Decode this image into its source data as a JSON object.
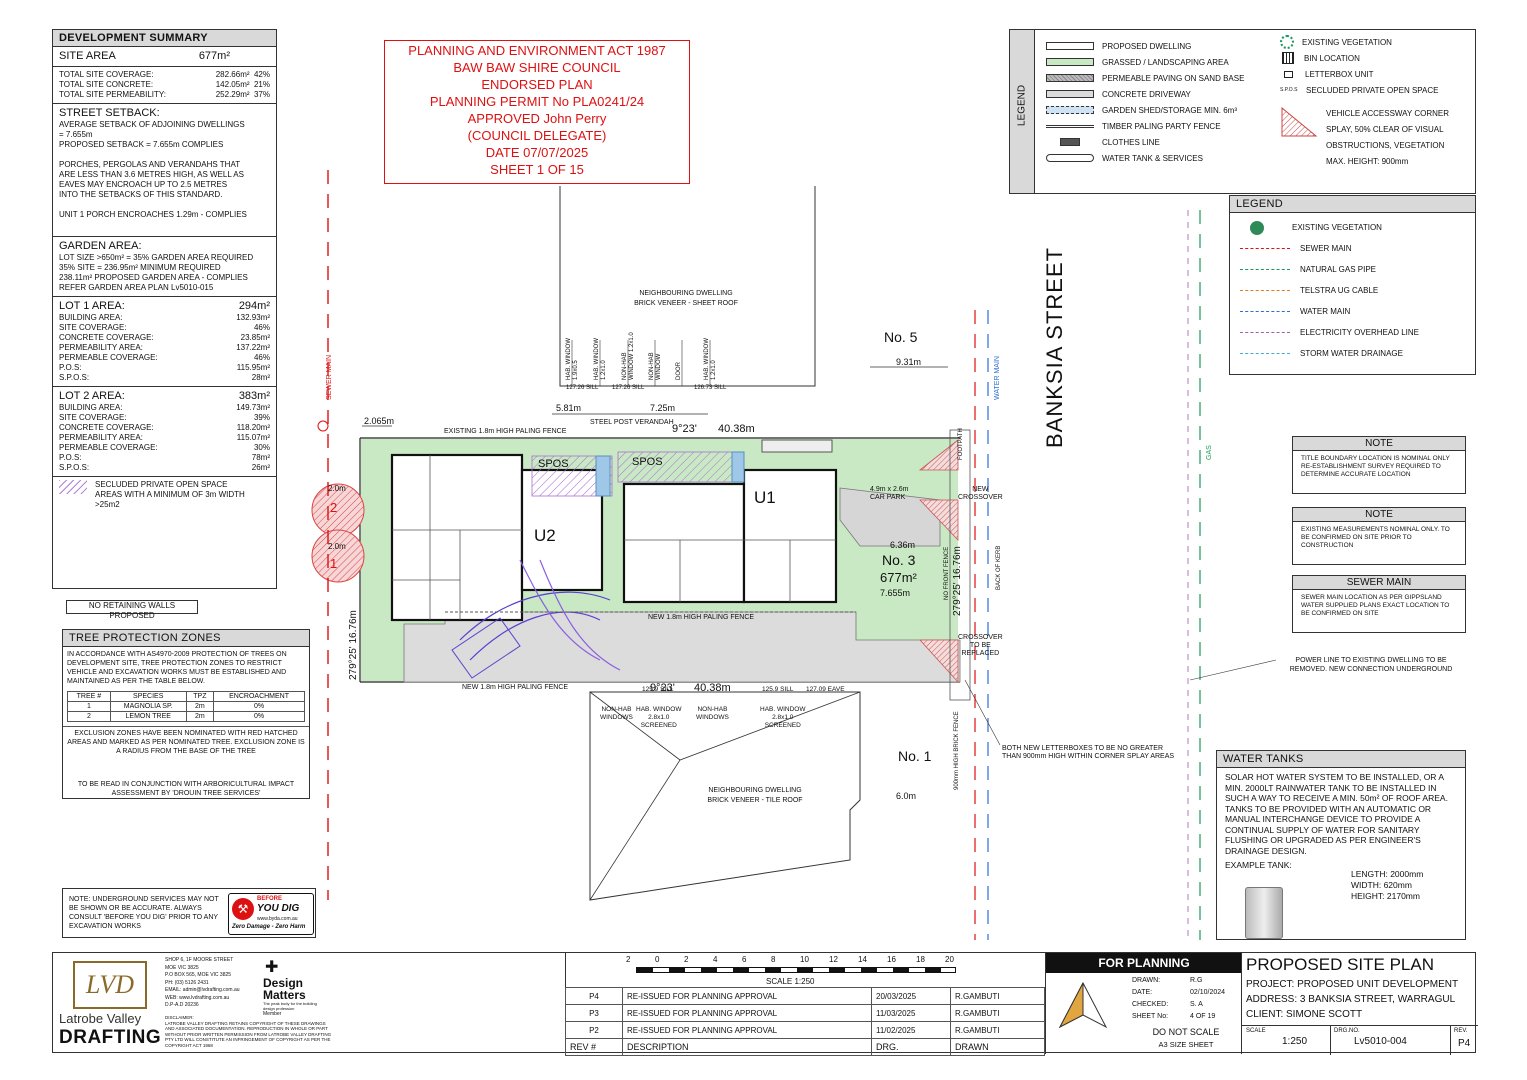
{
  "dev_summary": {
    "title": "DEVELOPMENT SUMMARY",
    "site_area_label": "SITE AREA",
    "site_area_value": "677m²",
    "coverage": [
      {
        "label": "TOTAL SITE COVERAGE:",
        "area": "282.66m²",
        "pct": "42%"
      },
      {
        "label": "TOTAL SITE CONCRETE:",
        "area": "142.05m²",
        "pct": "21%"
      },
      {
        "label": "TOTAL SITE PERMEABILITY:",
        "area": "252.29m²",
        "pct": "37%"
      }
    ],
    "setback_title": "STREET SETBACK:",
    "setback_lines": [
      "AVERAGE SETBACK OF ADJOINING DWELLINGS",
      "= 7.655m",
      "PROPOSED SETBACK = 7.655m COMPLIES",
      "",
      "PORCHES, PERGOLAS AND VERANDAHS THAT",
      "ARE LESS THAN 3.6 METRES HIGH, AS WELL AS",
      "EAVES MAY ENCROACH UP TO 2.5 METRES",
      "INTO THE SETBACKS OF THIS STANDARD.",
      "",
      "UNIT 1 PORCH ENCROACHES 1.29m - COMPLIES"
    ],
    "garden_title": "GARDEN AREA:",
    "garden_lines": [
      "LOT SIZE >650m² = 35% GARDEN AREA REQUIRED",
      "35% SITE = 236.95m² MINIMUM REQUIRED",
      "238.11m² PROPOSED GARDEN AREA - COMPLIES",
      "REFER GARDEN AREA PLAN Lv5010-015"
    ],
    "lot1_title": "LOT 1 AREA:",
    "lot1_area": "294m²",
    "lot1_rows": [
      {
        "label": "BUILDING AREA:",
        "value": "132.93m²"
      },
      {
        "label": "SITE COVERAGE:",
        "value": "46%"
      },
      {
        "label": "CONCRETE COVERAGE:",
        "value": "23.85m²"
      },
      {
        "label": "PERMEABILITY AREA:",
        "value": "137.22m²"
      },
      {
        "label": "PERMEABLE COVERAGE:",
        "value": "46%"
      },
      {
        "label": "P.O.S:",
        "value": "115.95m²"
      },
      {
        "label": "S.P.O.S:",
        "value": "28m²"
      }
    ],
    "lot2_title": "LOT 2 AREA:",
    "lot2_area": "383m²",
    "lot2_rows": [
      {
        "label": "BUILDING AREA:",
        "value": "149.73m²"
      },
      {
        "label": "SITE COVERAGE:",
        "value": "39%"
      },
      {
        "label": "CONCRETE COVERAGE:",
        "value": "118.20m²"
      },
      {
        "label": "PERMEABILITY AREA:",
        "value": "115.07m²"
      },
      {
        "label": "PERMEABLE COVERAGE:",
        "value": "30%"
      },
      {
        "label": "P.O.S:",
        "value": "78m²"
      },
      {
        "label": "S.P.O.S:",
        "value": "26m²"
      }
    ],
    "spos_legend": "SECLUDED PRIVATE OPEN SPACE AREAS WITH A MINIMUM OF 3m WIDTH >25m2"
  },
  "no_retaining": "NO RETAINING WALLS PROPOSED",
  "tpz": {
    "title": "TREE PROTECTION ZONES",
    "intro": "IN ACCORDANCE WITH AS4970-2009 PROTECTION OF TREES ON DEVELOPMENT SITE, TREE PROTECTION ZONES TO RESTRICT VEHICLE AND EXCAVATION WORKS MUST BE ESTABLISHED AND MAINTAINED AS PER THE TABLE BELOW.",
    "headers": [
      "TREE #",
      "SPECIES",
      "TPZ",
      "ENCROACHMENT"
    ],
    "rows": [
      [
        "1",
        "MAGNOLIA SP.",
        "2m",
        "0%"
      ],
      [
        "2",
        "LEMON TREE",
        "2m",
        "0%"
      ]
    ],
    "exclusion": "EXCLUSION ZONES HAVE BEEN NOMINATED WITH RED HATCHED AREAS AND MARKED AS PER NOMINATED TREE. EXCLUSION ZONE IS A RADIUS FROM THE BASE OF THE TREE",
    "arborist": "TO BE READ IN CONJUNCTION WITH ARBORICULTURAL IMPACT ASSESSMENT BY 'DROUIN TREE SERVICES'"
  },
  "byd": {
    "note": "NOTE: UNDERGROUND SERVICES MAY NOT BE SHOWN OR BE ACCURATE. ALWAYS CONSULT 'BEFORE YOU DIG' PRIOR TO ANY EXCAVATION WORKS",
    "logo_top": "BEFORE",
    "logo_main": "YOU DIG",
    "logo_url": "www.byda.com.au",
    "logo_tag": "Zero Damage - Zero Harm"
  },
  "stamp": {
    "lines": [
      "PLANNING AND ENVIRONMENT ACT 1987",
      "BAW BAW SHIRE COUNCIL",
      "ENDORSED PLAN",
      "PLANNING PERMIT No PLA0241/24",
      "APPROVED John Perry",
      "(COUNCIL DELEGATE)",
      "DATE 07/07/2025",
      "SHEET 1 OF 15"
    ]
  },
  "legend_top": {
    "title": "LEGEND",
    "left": [
      "PROPOSED DWELLING",
      "GRASSED / LANDSCAPING AREA",
      "PERMEABLE PAVING ON SAND BASE",
      "CONCRETE DRIVEWAY",
      "GARDEN SHED/STORAGE MIN. 6m³",
      "TIMBER PALING PARTY  FENCE",
      "CLOTHES LINE",
      "WATER TANK & SERVICES"
    ],
    "right": [
      "EXISTING VEGETATION",
      "BIN LOCATION",
      "LETTERBOX UNIT",
      "SECLUDED PRIVATE OPEN SPACE"
    ],
    "spos_code": "S.P.O.S",
    "splay": [
      "VEHICLE ACCESSWAY CORNER",
      "SPLAY, 50% CLEAR OF VISUAL",
      "OBSTRUCTIONS, VEGETATION",
      "MAX. HEIGHT: 900mm"
    ]
  },
  "legend_services": {
    "title": "LEGEND",
    "items": [
      {
        "label": "EXISTING VEGETATION",
        "color": "#2e8b57"
      },
      {
        "label": "SEWER MAIN",
        "color": "#d11"
      },
      {
        "label": "NATURAL GAS PIPE",
        "color": "#1a9a5a"
      },
      {
        "label": "TELSTRA UG CABLE",
        "color": "#e07b20"
      },
      {
        "label": "WATER MAIN",
        "color": "#2a6fd6"
      },
      {
        "label": "ELECTRICITY OVERHEAD LINE",
        "color": "#a05ab0"
      },
      {
        "label": "STORM WATER DRAINAGE",
        "color": "#4aa8d8"
      }
    ]
  },
  "notes": [
    {
      "title": "NOTE",
      "text": "TITLE BOUNDARY LOCATION IS NOMINAL ONLY RE-ESTABLISHMENT SURVEY REQUIRED TO DETERMINE ACCURATE LOCATION"
    },
    {
      "title": "NOTE",
      "text": "EXISTING MEASUREMENTS NOMINAL ONLY. TO BE CONFIRMED ON SITE PRIOR TO CONSTRUCTION"
    },
    {
      "title": "SEWER MAIN",
      "text": "SEWER MAIN LOCATION AS PER GIPPSLAND WATER SUPPLIED PLANS EXACT LOCATION TO BE CONFIRMED ON SITE"
    }
  ],
  "power_note": "POWER LINE TO EXISTING DWELLING TO BE REMOVED. NEW CONNECTION UNDERGROUND",
  "water_tanks": {
    "title": "WATER TANKS",
    "text": "SOLAR HOT WATER SYSTEM TO BE INSTALLED, OR A MIN. 2000LT RAINWATER TANK TO BE INSTALLED IN SUCH A WAY TO RECEIVE A MIN. 50m² OF ROOF AREA. TANKS TO BE PROVIDED WITH AN AUTOMATIC OR MANUAL INTERCHANGE DEVICE TO PROVIDE A CONTINUAL SUPPLY OF WATER FOR SANITARY FLUSHING OR UPGRADED AS PER ENGINEER'S DRAINAGE DESIGN.",
    "example": "EXAMPLE TANK:",
    "dims": [
      "LENGTH: 2000mm",
      "WIDTH: 620mm",
      "HEIGHT: 2170mm"
    ]
  },
  "site": {
    "street": "BANKSIA STREET",
    "no5": "No. 5",
    "no3": "No. 3",
    "no3_area": "677m²",
    "no1": "No. 1",
    "u1": "U1",
    "u2": "U2",
    "spos": "SPOS",
    "neighbour_top": "NEIGHBOURING DWELLING\nBRICK VENEER - SHEET ROOF",
    "neighbour_bottom": "NEIGHBOURING DWELLING\nBRICK VENEER - TILE ROOF",
    "fence_top": "EXISTING 1.8m HIGH PALING FENCE",
    "fence_mid": "NEW 1.8m HIGH PALING FENCE",
    "fence_bottom": "NEW 1.8m HIGH PALING FENCE",
    "verandah": "STEEL POST VERANDAH",
    "dim_top_bearing": "9°23'",
    "dim_top_len": "40.38m",
    "dim_bot_bearing": "9°23'",
    "dim_bot_len": "40.38m",
    "dim_left": "279°25'  16.76m",
    "dim_right": "279°25'  16.76m",
    "dim_931": "9.31m",
    "dim_581": "5.81m",
    "dim_725": "7.25m",
    "dim_2065": "2.065m",
    "dim_636": "6.36m",
    "dim_7655": "7.655m",
    "dim_60": "6.0m",
    "carpark": "4.9m x 2.6m\nCAR PARK",
    "new_crossover": "NEW\nCROSSOVER",
    "crossover_replaced": "CROSSOVER\nTO BE\nREPLACED",
    "letterbox_note": "BOTH NEW LETTERBOXES TO BE NO GREATER\nTHAN 900mm HIGH WITHIN CORNER SPLAY AREAS",
    "sewer_main": "SEWER MAIN",
    "water_main": "WATER MAIN",
    "gas": "GAS",
    "footpath": "FOOTPATH",
    "back_of_kerb": "BACK OF KERB",
    "no_front_fence": "NO FRONT FENCE",
    "brick_fence": "900mm HIGH BRICK FENCE",
    "hab_windows": [
      "HAB. WINDOW 1.9x0.5",
      "HAB. WINDOW 1.2x1.0",
      "NON-HAB WINDOW 1.2x1.0",
      "NON-HAB WINDOW",
      "DOOR",
      "HAB. WINDOW 1.2x1.0"
    ],
    "sills_top": [
      "127.26 SILL",
      "127.26 SILL",
      "126.73 SILL"
    ],
    "bottom_windows": [
      "NON-HAB\nWINDOWS",
      "HAB. WINDOW\n2.8x1.0\nSCREENED",
      "NON-HAB\nWINDOWS",
      "HAB. WINDOW\n2.8x1.0\nSCREENED"
    ],
    "sills_bottom": [
      "125.9 SILL",
      "125.9 SILL",
      "127.09 EAVE"
    ],
    "tree1": "1",
    "tree2": "2",
    "tree_radius": "2.0m"
  },
  "scale_bar": {
    "ticks": [
      "2",
      "0",
      "2",
      "4",
      "6",
      "8",
      "10",
      "12",
      "14",
      "16",
      "18",
      "20"
    ],
    "label": "SCALE 1:250"
  },
  "revisions": {
    "rows": [
      {
        "rev": "P4",
        "desc": "RE-ISSUED FOR PLANNING APPROVAL",
        "date": "20/03/2025",
        "by": "R.GAMBUTI"
      },
      {
        "rev": "P3",
        "desc": "RE-ISSUED FOR PLANNING APPROVAL",
        "date": "11/03/2025",
        "by": "R.GAMBUTI"
      },
      {
        "rev": "P2",
        "desc": "RE-ISSUED FOR PLANNING APPROVAL",
        "date": "11/02/2025",
        "by": "R.GAMBUTI"
      }
    ],
    "headers": [
      "REV #",
      "DESCRIPTION",
      "DRG.",
      "DRAWN"
    ]
  },
  "company": {
    "name1": "Latrobe Valley",
    "name2": "DRAFTING",
    "logo": "LVD",
    "address": [
      "SHOP 6, 1F MOORE STREET",
      "MOE VIC 3825",
      "P.O BOX 565, MOE VIC 3825",
      "PH: (03) 5126 2431",
      "EMAIL: admin@lvdrafting.com.au",
      "WEB: www.lvdrafting.com.au",
      "D.P-A.D 20236"
    ],
    "disclaimer_title": "DISCLAIMER:",
    "disclaimer": "LATROBE VALLEY DRAFTING RETAINS COPYRIGHT OF THESE DRAWINGS AND ASSOCIATED DOCUMENTATION. REPRODUCTION IN WHOLE OR PART WITHOUT PRIOR WRITTEN PERMISSION FROM LATROBE VALLEY DRAFTING PTY LTD WILL CONSTITUTE AN INFRINGEMENT OF COPYRIGHT AS PER THE COPYRIGHT ACT 1968",
    "dm1": "Design",
    "dm2": "Matters",
    "dm_sub": "The peak body for the building design profession",
    "dm_member": "Member"
  },
  "title_block": {
    "for_planning": "FOR PLANNING",
    "drawn_label": "DRAWN:",
    "drawn": "R.G",
    "date_label": "DATE:",
    "date": "02/10/2024",
    "checked_label": "CHECKED:",
    "checked": "S. A",
    "sheet_label": "SHEET No:",
    "sheet": "4 OF 19",
    "do_not_scale": "DO NOT SCALE",
    "a3": "A3 SIZE SHEET",
    "north": "NORTH",
    "title": "PROPOSED SITE PLAN",
    "project": "PROJECT: PROPOSED UNIT DEVELOPMENT",
    "address": "ADDRESS: 3 BANKSIA STREET, WARRAGUL",
    "client": "CLIENT: SIMONE SCOTT",
    "scale_label": "SCALE",
    "scale": "1:250",
    "drg_label": "DRG.NO.",
    "drg": "Lv5010-004",
    "rev_label": "REV.",
    "rev": "P4"
  }
}
